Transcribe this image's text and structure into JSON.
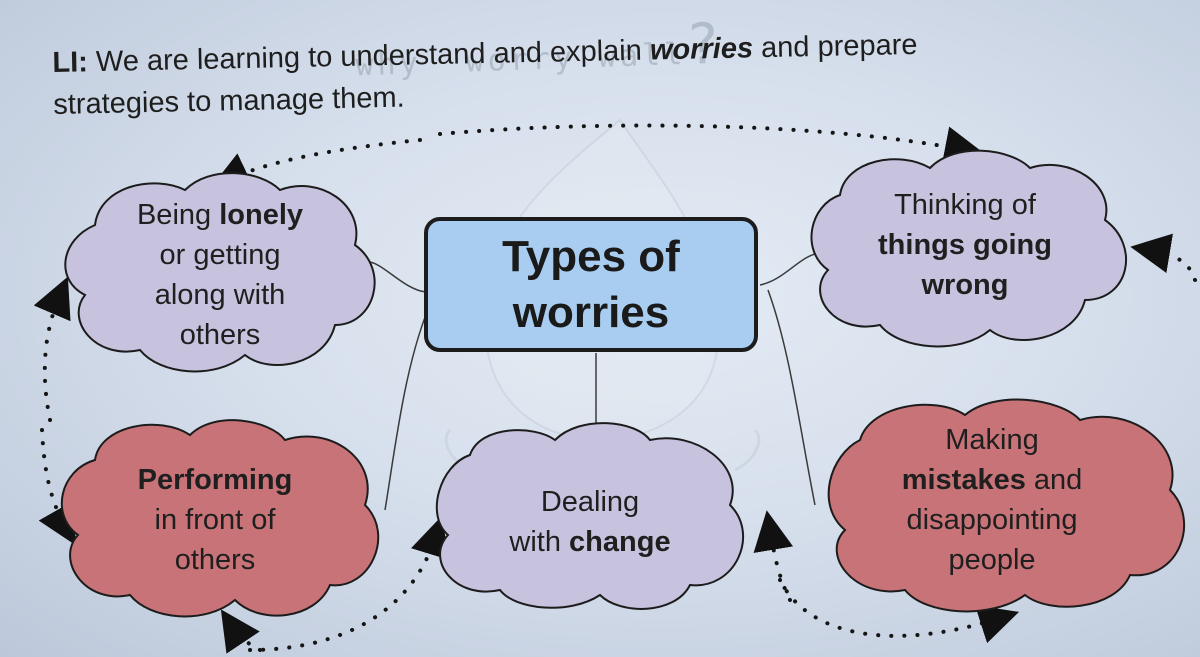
{
  "faint_background_title": {
    "words": [
      "why",
      "worry",
      "wall"
    ],
    "mark": "?"
  },
  "lesson_intention": {
    "prefix": "LI:",
    "before": "We are learning to understand and explain",
    "emphasis": "worries",
    "after": "and prepare",
    "line2": "strategies to manage them."
  },
  "diagram": {
    "title_line1": "Types of",
    "title_line2": "worries",
    "worries": {
      "lonely": {
        "line1a": "Being",
        "line1b": "lonely",
        "line2": "or getting",
        "line3": "along with",
        "line4": "others"
      },
      "performing": {
        "line1": "Performing",
        "line2": "in front of",
        "line3": "others"
      },
      "change": {
        "line1": "Dealing",
        "line2a": "with",
        "line2b": "change"
      },
      "thinking": {
        "line1": "Thinking of",
        "line2": "things going",
        "line3": "wrong"
      },
      "mistakes": {
        "line1": "Making",
        "line2a": "mistakes",
        "line2b": "and",
        "line3": "disappointing",
        "line4": "people"
      }
    }
  },
  "colors": {
    "title_box_fill": "#a9cdf0",
    "purple_cloud": "#c7c3de",
    "red_cloud": "#c77378",
    "outline": "#1c1c1c"
  }
}
